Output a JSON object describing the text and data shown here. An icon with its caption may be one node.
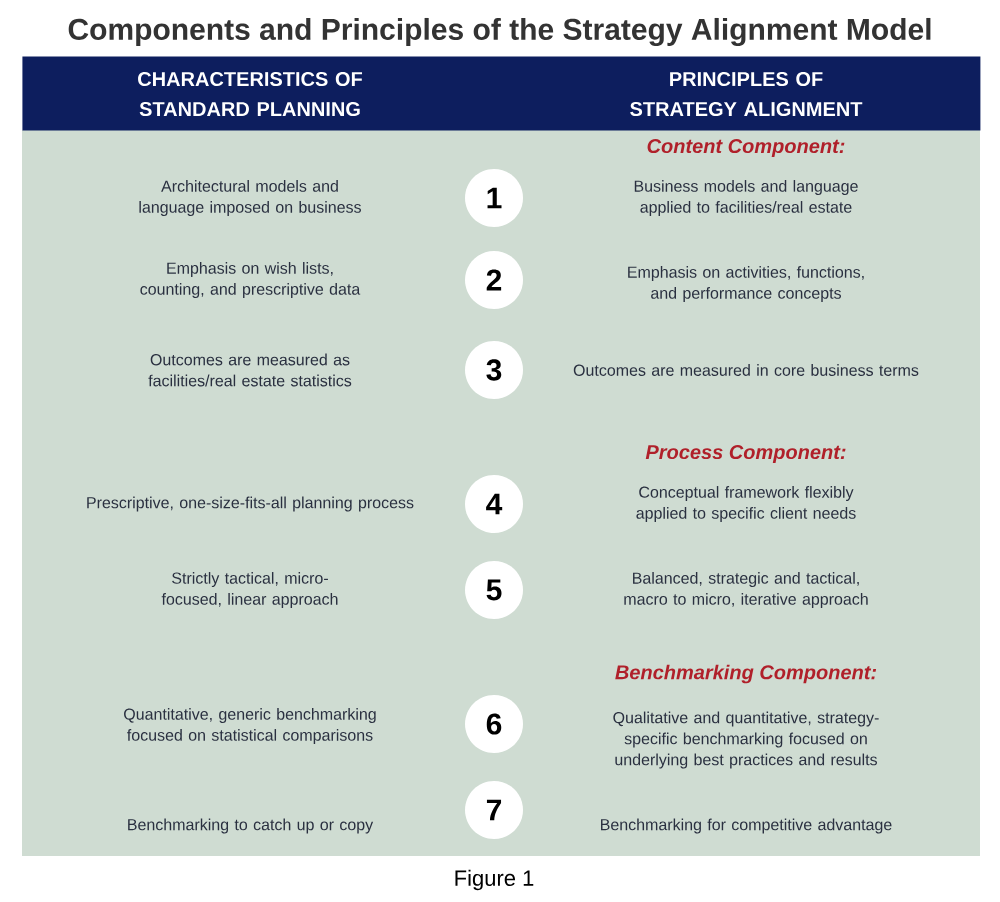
{
  "diagram": {
    "title": "Components and Principles of the Strategy Alignment Model",
    "caption": "Figure 1",
    "nodes": [
      {
        "text": [
          "CHARACTERISTICS OF STANDARD PLANNING",
          "PRINCIPLES OF STRATEGY ALIGNMENT"
        ]
      },
      {
        "text": [
          "1"
        ]
      },
      {
        "text": [
          "2"
        ]
      },
      {
        "text": [
          "3"
        ]
      },
      {
        "text": [
          "4"
        ]
      },
      {
        "text": [
          "5"
        ]
      },
      {
        "text": [
          "6"
        ]
      },
      {
        "text": [
          "7"
        ]
      }
    ],
    "labels": [
      "Content Component:",
      "Architectural models and language imposed on business",
      "Business models and language applied to facilities/real estate",
      "Emphasis on wish lists, counting, and prescriptive data",
      "Emphasis on activities, functions, and performance concepts",
      "Outcomes are measured as facilities/real estate statistics",
      "Outcomes are measured in core business terms",
      "Process Component:",
      "Prescriptive, one-size-fits-all planning process",
      "Conceptual framework flexibly applied to specific client needs",
      "Strictly tactical, micro-focused, linear approach",
      "Balanced, strategic and tactical, macro to micro, iterative approach",
      "Benchmarking Component:",
      "Quantitative, generic benchmarking focused on statistical comparisons",
      "Qualitative and quantitative, strategy-specific benchmarking focused on underlying best practices and results",
      "Benchmarking to catch up or copy",
      "Benchmarking for competitive advantage"
    ]
  }
}
